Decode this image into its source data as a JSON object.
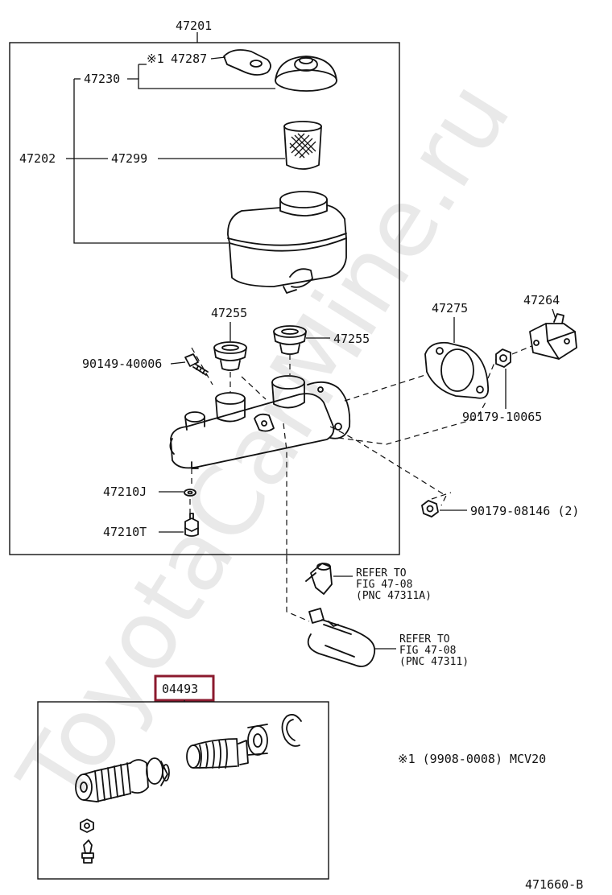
{
  "watermark": "ToyotaCarMine.ru",
  "colors": {
    "highlight": "#8B1A2E",
    "ink": "#111111"
  },
  "assembly_label": "47201",
  "callouts": {
    "p47230": "47230",
    "p47287": "47287",
    "p47287_mark": "※1",
    "p47202": "47202",
    "p47299": "47299",
    "p47255_a": "47255",
    "p47255_b": "47255",
    "p90149": "90149-40006",
    "p47275": "47275",
    "p47264": "47264",
    "p90179_10065": "90179-10065",
    "p90179_08146": "90179-08146 (2)",
    "p47210J": "47210J",
    "p47210T": "47210T"
  },
  "refer_1": {
    "line1": "REFER TO",
    "line2": "FIG 47-08",
    "line3": "(PNC 47311A)"
  },
  "refer_2": {
    "line1": "REFER TO",
    "line2": "FIG 47-08",
    "line3": "(PNC 47311)"
  },
  "kit_label": "04493",
  "footnote": "※1 (9908-0008) MCV20",
  "figure_id": "471660-B"
}
